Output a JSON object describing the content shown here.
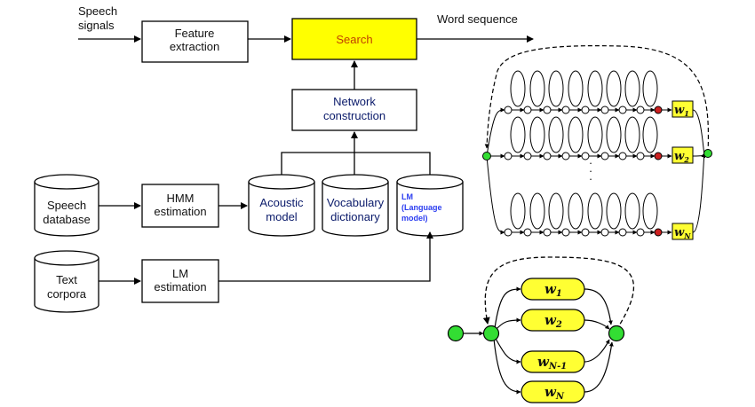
{
  "input": {
    "line1": "Speech",
    "line2": "signals"
  },
  "output_label": "Word sequence",
  "boxes": {
    "feature": {
      "line1": "Feature",
      "line2": "extraction"
    },
    "search": {
      "label": "Search"
    },
    "network": {
      "line1": "Network",
      "line2": "construction"
    },
    "hmm": {
      "line1": "HMM",
      "line2": "estimation"
    },
    "lm_est": {
      "line1": "LM",
      "line2": "estimation"
    }
  },
  "databases": {
    "speech": {
      "line1": "Speech",
      "line2": "database"
    },
    "text": {
      "line1": "Text",
      "line2": "corpora"
    },
    "acoustic": {
      "line1": "Acoustic",
      "line2": "model"
    },
    "vocab": {
      "line1": "Vocabulary",
      "line2": "dictionary"
    },
    "lm": {
      "line1": "LM",
      "line2": "(Language",
      "line3": "model)"
    }
  },
  "network_words": {
    "w": "w",
    "sub1": "1",
    "sub2": "2",
    "subN": "N",
    "subN1": "N-1"
  },
  "ellipsis": "·",
  "colors": {
    "search_fill": "#ffff00",
    "word_fill": "#ffff33",
    "node_green": "#33dd33",
    "node_red": "#cc2020",
    "lm_text": "#2b3df0"
  }
}
